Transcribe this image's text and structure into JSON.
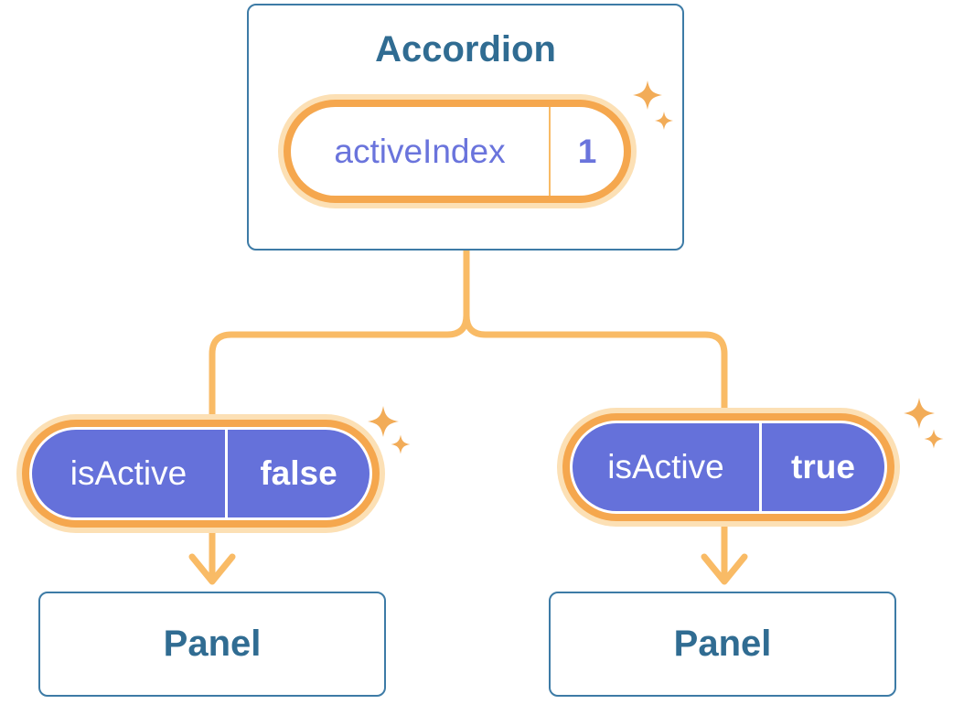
{
  "diagram": {
    "accordion": {
      "title": "Accordion",
      "state": {
        "key": "activeIndex",
        "value": "1"
      }
    },
    "left_branch": {
      "prop": {
        "key": "isActive",
        "value": "false"
      },
      "panel_title": "Panel"
    },
    "right_branch": {
      "prop": {
        "key": "isActive",
        "value": "true"
      },
      "panel_title": "Panel"
    }
  },
  "icons": {
    "sparkle": "four-point-star-sparkle",
    "arrow": "downward-arrow"
  },
  "colors": {
    "background": "#ffffff",
    "card_border": "#3D7BA6",
    "card_background": "#ffffff",
    "heading_text": "#306C92",
    "connector_orange": "#F9BB66",
    "pill_ring_orange": "#F5A74E",
    "pill_glow_peach": "#FCE0B5",
    "pill_purple": "#6571DA",
    "state_text_purple": "#6A74DC",
    "prop_text_white": "#ffffff",
    "sparkle_orange": "#F2AC58"
  }
}
